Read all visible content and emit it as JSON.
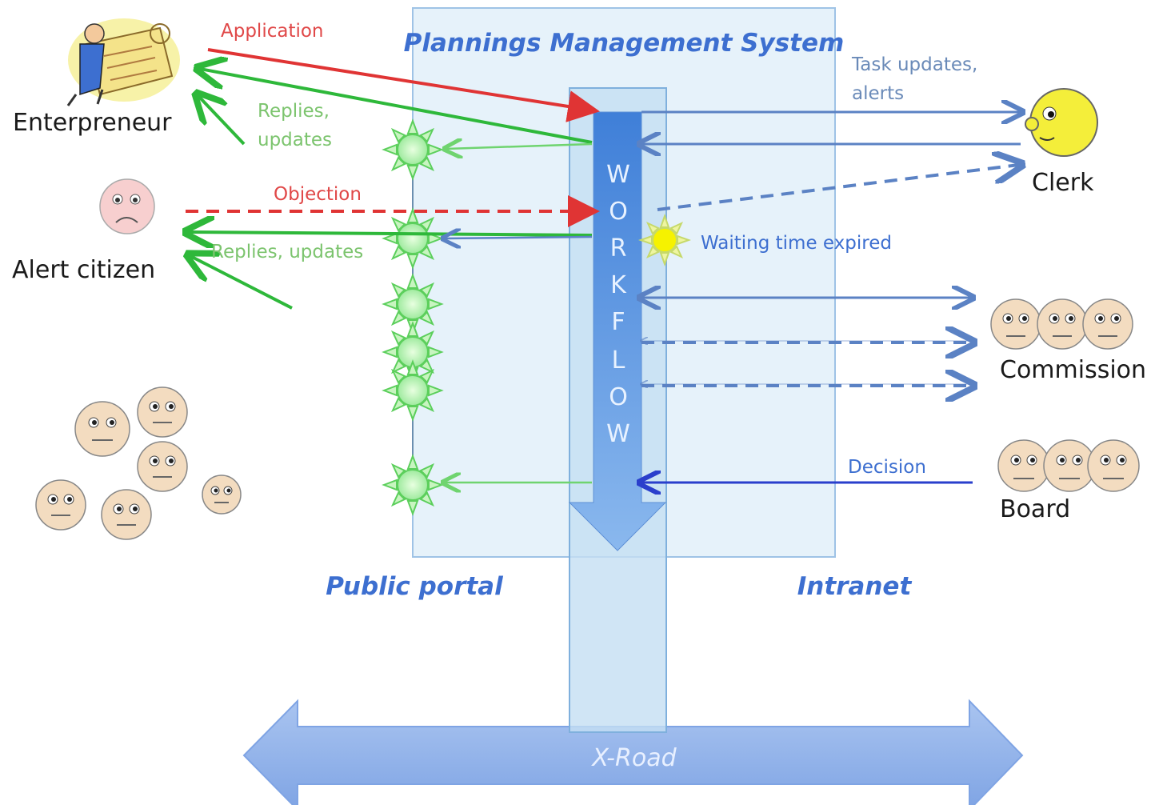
{
  "system_title": "Plannings Management System",
  "workflow_letters": [
    "W",
    "O",
    "R",
    "K",
    "F",
    "L",
    "O",
    "W"
  ],
  "public_portal_label": "Public portal",
  "intranet_label": "Intranet",
  "xroad_label": "X-Road",
  "actors": {
    "enterpreneur": "Enterpreneur",
    "alert_citizen": "Alert citizen",
    "clerk": "Clerk",
    "commission": "Commission",
    "board": "Board"
  },
  "flows": {
    "application": "Application",
    "replies_updates_1_line1": "Replies,",
    "replies_updates_1_line2": "updates",
    "objection": "Objection",
    "replies_updates_2": "Replies, updates",
    "task_updates_line1": "Task updates,",
    "task_updates_line2": "alerts",
    "waiting_time": "Waiting time expired",
    "decision": "Decision"
  },
  "colors": {
    "red": "#e03434",
    "green": "#2eb83a",
    "light_green": "#8fe08f",
    "blue": "#5b82c4",
    "dark_blue": "#2a3fcc",
    "title_blue": "#3d6fd0",
    "workflow_blue": "#4a86d8",
    "panel_fill": "#e6f2fa",
    "face": "#f3dcc0"
  }
}
